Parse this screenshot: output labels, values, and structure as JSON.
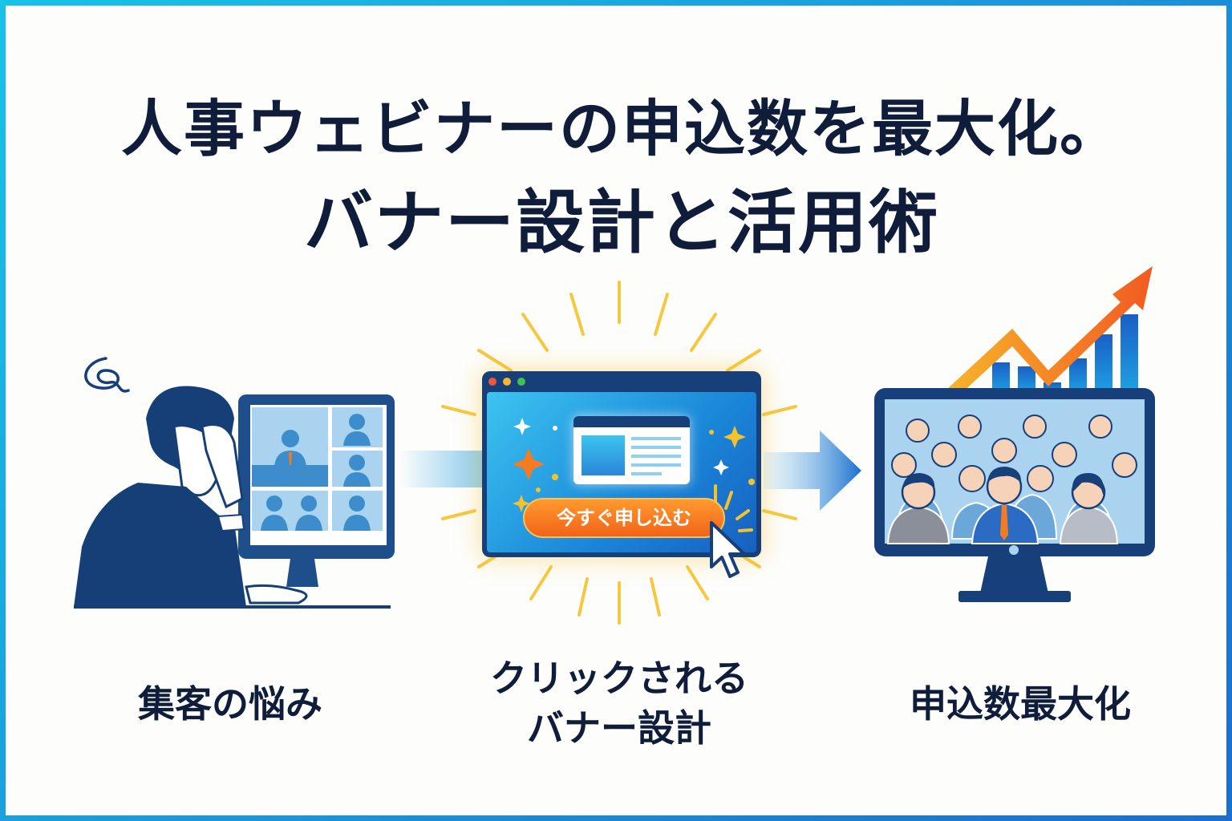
{
  "title": {
    "line1": "人事ウェビナーの申込数を最大化。",
    "line2": "バナー設計と活用術"
  },
  "steps": [
    {
      "caption": "集客の悩み",
      "illustration": "stressed-man-at-webinar-monitor"
    },
    {
      "caption_line1": "クリックされる",
      "caption_line2": "バナー設計",
      "illustration": "glowing-banner-window"
    },
    {
      "caption": "申込数最大化",
      "illustration": "crowded-webinar-monitor-with-growth-chart"
    }
  ],
  "banner": {
    "cta_label": "今すぐ申し込む",
    "window_dots": [
      "#f0573a",
      "#f5b731",
      "#3fc34d"
    ]
  },
  "colors": {
    "navy": "#0f1d3a",
    "figure_blue": "#163f77",
    "accent_orange": "#f57b22",
    "accent_yellow": "#f6c22c",
    "sky_blue": "#2aa5e6",
    "border": "#1a8fd9"
  }
}
